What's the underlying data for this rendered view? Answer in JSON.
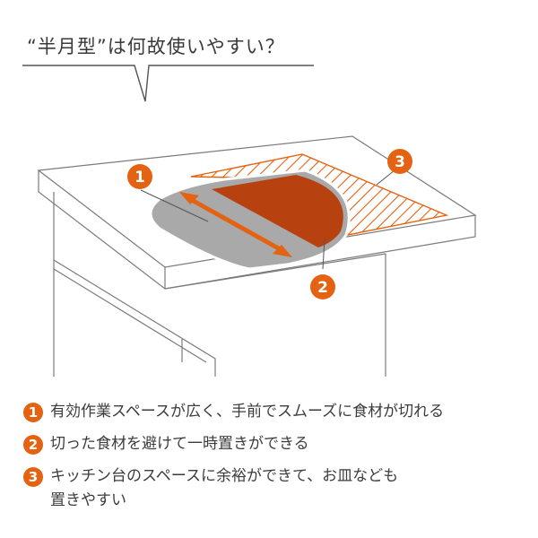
{
  "heading": "“半月型”は何故使いやすい？",
  "markers": [
    "1",
    "2",
    "3"
  ],
  "legend": [
    {
      "number": "1",
      "lines": [
        "有効作業スペースが広く、手前でスムーズに食材が切れる"
      ]
    },
    {
      "number": "2",
      "lines": [
        "切った食材を避けて一時置きができる"
      ]
    },
    {
      "number": "3",
      "lines": [
        "キッチン台のスペースに余裕ができて、お皿なども",
        "置きやすい"
      ]
    }
  ],
  "colors": {
    "accent": "#e36312",
    "board_gray": "#a9a9a9",
    "food_area": "#b74210",
    "line": "#777777"
  }
}
